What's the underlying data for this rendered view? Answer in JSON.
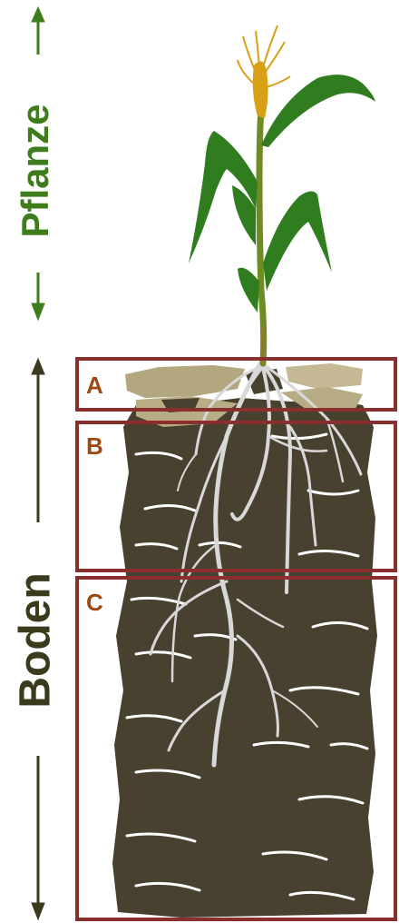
{
  "labels": {
    "plant": "Pflanze",
    "soil": "Boden"
  },
  "horizons": [
    {
      "id": "A",
      "label": "A"
    },
    {
      "id": "B",
      "label": "B"
    },
    {
      "id": "C",
      "label": "C"
    }
  ],
  "colors": {
    "plant_label": "#3f7d1c",
    "soil_label": "#3b3a1c",
    "horizon_frame": "#8b2e2e",
    "horizon_letter": "#9a4a12",
    "soil_dark": "#48412f",
    "topsoil": "#b3a780",
    "roots": "#d8d8d8",
    "leaf": "#2f7d1e",
    "stem": "#6f8c22",
    "tassel": "#d8a017"
  }
}
